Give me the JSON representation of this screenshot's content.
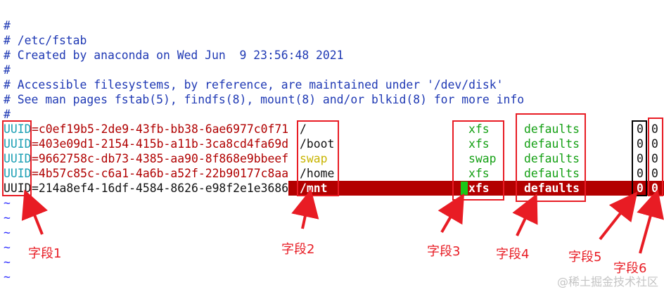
{
  "comments": [
    "#",
    "# /etc/fstab",
    "# Created by anaconda on Wed Jun  9 23:56:48 2021",
    "#",
    "# Accessible filesystems, by reference, are maintained under '/dev/disk'",
    "# See man pages fstab(5), findfs(8), mount(8) and/or blkid(8) for more info",
    "#"
  ],
  "rows": [
    {
      "key": "UUID",
      "value": "=c0ef19b5-2de9-43fb-bb38-6ae6977c0f71",
      "mount": "/",
      "type": "xfs",
      "opts": "defaults",
      "dump": "0",
      "pass": "0"
    },
    {
      "key": "UUID",
      "value": "=403e09d1-2154-415b-a11b-3ca8cd4fa69d",
      "mount": "/boot",
      "type": "xfs",
      "opts": "defaults",
      "dump": "0",
      "pass": "0"
    },
    {
      "key": "UUID",
      "value": "=9662758c-db73-4385-aa90-8f868e9bbeef",
      "mount": "swap",
      "type": "swap",
      "opts": "defaults",
      "dump": "0",
      "pass": "0"
    },
    {
      "key": "UUID",
      "value": "=4b57c85c-c6a1-4a6b-a52f-22b90177c8aa",
      "mount": "/home",
      "type": "xfs",
      "opts": "defaults",
      "dump": "0",
      "pass": "0"
    },
    {
      "key": "UUID",
      "value": "=214a8ef4-16df-4584-8626-e98f2e1e3686",
      "mount": "/mnt",
      "type": "xfs",
      "opts": "defaults",
      "dump": "0",
      "pass": "0"
    }
  ],
  "tilde": "~",
  "labels": [
    "字段1",
    "字段2",
    "字段3",
    "字段4",
    "字段5",
    "字段6"
  ],
  "watermark": "@稀土掘金技术社区",
  "colors": {
    "comment": "#1f39b4",
    "uuid_key": "#1b9fb4",
    "uuid_value": "#b00000",
    "fs_type": "#14a014",
    "swap": "#c8b400",
    "highlight": "#b30000",
    "annotation": "#e81c24"
  }
}
